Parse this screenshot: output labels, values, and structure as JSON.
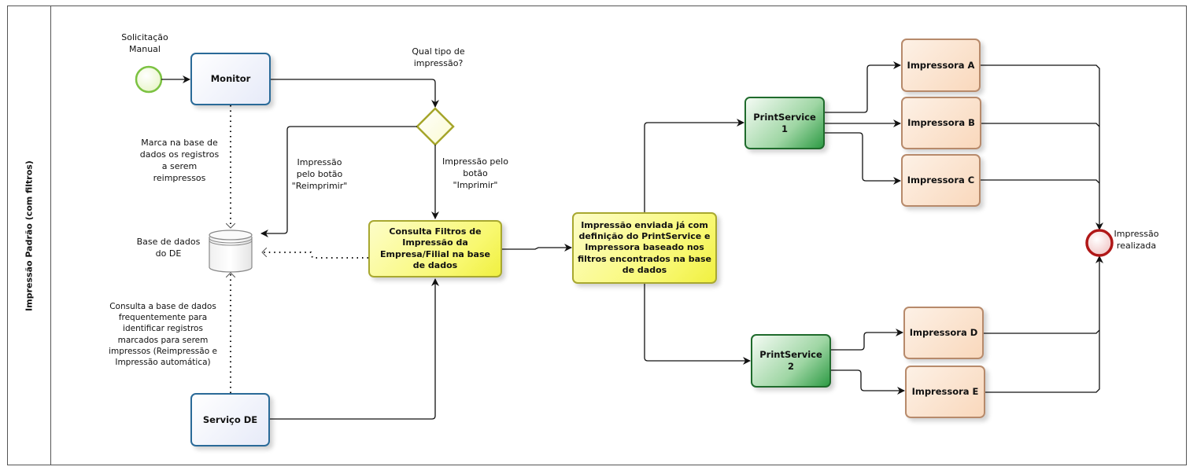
{
  "pool": {
    "lane_title": "Impressão Padrão (com filtros)"
  },
  "events": {
    "start": {
      "label_line1": "Solicitação",
      "label_line2": "Manual",
      "color": "#7cc242"
    },
    "end": {
      "label_line1": "Impressão",
      "label_line2": "realizada",
      "color": "#b01818"
    }
  },
  "gateway": {
    "question_line1": "Qual tipo de",
    "question_line2": "impressão?",
    "branch_reimprimir": [
      "Impressão",
      "pelo botão",
      "\"Reimprimir\""
    ],
    "branch_imprimir": [
      "Impressão pelo",
      "botão",
      "\"Imprimir\""
    ]
  },
  "data_store": {
    "label_line1": "Base de dados",
    "label_line2": "do DE"
  },
  "annotations": {
    "monitor_marks": [
      "Marca na base de",
      "dados os registros",
      "a serem",
      "reimpressos"
    ],
    "service_queries": [
      "Consulta a base de dados",
      "frequentemente para",
      "identificar registros",
      "marcados para serem",
      "impressos (Reimpressão e",
      "Impressão automática)"
    ]
  },
  "tasks": {
    "monitor": "Monitor",
    "servico_de": "Serviço DE",
    "consulta_filtros": "Consulta Filtros de Impressão da Empresa/Filial na base de dados",
    "impressao_enviada": "Impressão enviada já com definição do PrintService e Impressora baseado nos filtros encontrados na base de dados",
    "printservice_1": "PrintService 1",
    "printservice_2": "PrintService 2",
    "impressora_a": "Impressora A",
    "impressora_b": "Impressora B",
    "impressora_c": "Impressora C",
    "impressora_d": "Impressora D",
    "impressora_e": "Impressora E"
  }
}
